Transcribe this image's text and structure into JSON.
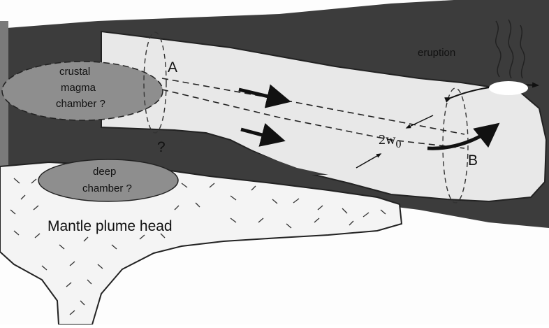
{
  "labels": {
    "crustal_chamber": [
      "crustal",
      "magma",
      "chamber ?"
    ],
    "deep_chamber": [
      "deep",
      "chamber ?"
    ],
    "section_a": "A",
    "section_b": "B",
    "eruption": "eruption",
    "question": "?",
    "width": "2w",
    "width_sub": "0",
    "plume": "Mantle plume head"
  },
  "colors": {
    "crust": "#3a3a3a",
    "dike": "#e6e6e6",
    "chamber": "#8c8c8c",
    "plume": "#f2f2f2",
    "ink": "#111111"
  }
}
